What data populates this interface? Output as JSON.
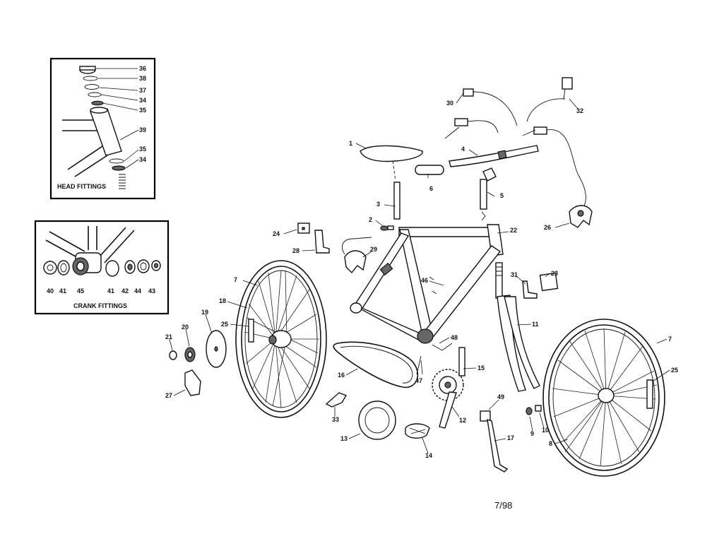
{
  "insets": {
    "head": {
      "title": "HEAD FITTINGS"
    },
    "crank": {
      "title": "CRANK FITTINGS"
    }
  },
  "footer": {
    "date": "7/98"
  },
  "callouts": [
    {
      "id": "h36a",
      "text": "36"
    },
    {
      "id": "h38",
      "text": "38"
    },
    {
      "id": "h37",
      "text": "37"
    },
    {
      "id": "h34a",
      "text": "34"
    },
    {
      "id": "h35a",
      "text": "35"
    },
    {
      "id": "h39",
      "text": "39"
    },
    {
      "id": "h35b",
      "text": "35"
    },
    {
      "id": "h34b",
      "text": "34"
    },
    {
      "id": "c40",
      "text": "40"
    },
    {
      "id": "c41a",
      "text": "41"
    },
    {
      "id": "c45",
      "text": "45"
    },
    {
      "id": "c41b",
      "text": "41"
    },
    {
      "id": "c42",
      "text": "42"
    },
    {
      "id": "c44",
      "text": "44"
    },
    {
      "id": "c43",
      "text": "43"
    },
    {
      "id": "p30",
      "text": "30"
    },
    {
      "id": "p32",
      "text": "32"
    },
    {
      "id": "p1",
      "text": "1"
    },
    {
      "id": "p4",
      "text": "4"
    },
    {
      "id": "p6",
      "text": "6"
    },
    {
      "id": "p5",
      "text": "5"
    },
    {
      "id": "p3",
      "text": "3"
    },
    {
      "id": "p2",
      "text": "2"
    },
    {
      "id": "p24",
      "text": "24"
    },
    {
      "id": "p28",
      "text": "28"
    },
    {
      "id": "p29",
      "text": "29"
    },
    {
      "id": "p22",
      "text": "22"
    },
    {
      "id": "p26",
      "text": "26"
    },
    {
      "id": "p31",
      "text": "31"
    },
    {
      "id": "p23",
      "text": "23"
    },
    {
      "id": "p7a",
      "text": "7"
    },
    {
      "id": "p18",
      "text": "18"
    },
    {
      "id": "p25a",
      "text": "25"
    },
    {
      "id": "p19",
      "text": "19"
    },
    {
      "id": "p20",
      "text": "20"
    },
    {
      "id": "p21",
      "text": "21"
    },
    {
      "id": "p27",
      "text": "27"
    },
    {
      "id": "p46",
      "text": "46"
    },
    {
      "id": "p48",
      "text": "48"
    },
    {
      "id": "p11",
      "text": "11"
    },
    {
      "id": "p7b",
      "text": "7"
    },
    {
      "id": "p25b",
      "text": "25"
    },
    {
      "id": "p16",
      "text": "16"
    },
    {
      "id": "p47",
      "text": "47"
    },
    {
      "id": "p15",
      "text": "15"
    },
    {
      "id": "p33",
      "text": "33"
    },
    {
      "id": "p12",
      "text": "12"
    },
    {
      "id": "p49",
      "text": "49"
    },
    {
      "id": "p13",
      "text": "13"
    },
    {
      "id": "p14",
      "text": "14"
    },
    {
      "id": "p17",
      "text": "17"
    },
    {
      "id": "p9",
      "text": "9"
    },
    {
      "id": "p10",
      "text": "10"
    },
    {
      "id": "p8",
      "text": "8"
    }
  ]
}
